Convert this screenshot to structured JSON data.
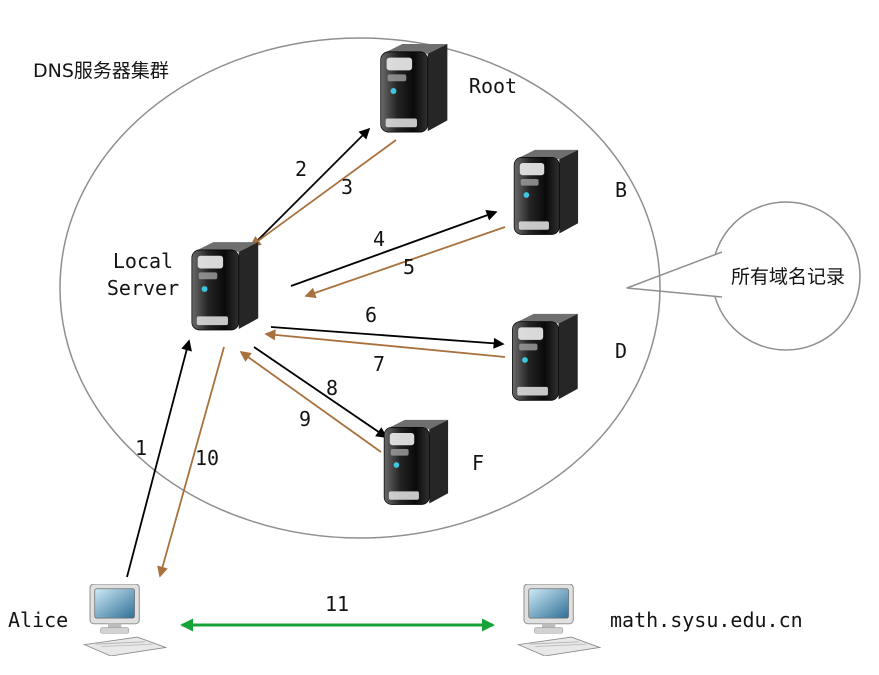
{
  "diagram": {
    "cluster_label": "DNS服务器集群",
    "callout": {
      "label": "所有域名记录"
    },
    "nodes": {
      "root": {
        "label": "Root",
        "icon": "server-tower-icon"
      },
      "b": {
        "label": "B",
        "icon": "server-tower-icon"
      },
      "d": {
        "label": "D",
        "icon": "server-tower-icon"
      },
      "f": {
        "label": "F",
        "icon": "server-tower-icon"
      },
      "local": {
        "line1": "Local",
        "line2": "Server",
        "icon": "server-tower-icon"
      },
      "alice": {
        "label": "Alice",
        "icon": "desktop-computer-icon"
      },
      "target": {
        "label": "math.sysu.edu.cn",
        "icon": "desktop-computer-icon"
      }
    },
    "arrows": [
      {
        "label": "1",
        "from": "alice",
        "to": "local",
        "color": "#000000"
      },
      {
        "label": "2",
        "from": "local",
        "to": "root",
        "color": "#000000"
      },
      {
        "label": "3",
        "from": "root",
        "to": "local",
        "color": "#a8713d"
      },
      {
        "label": "4",
        "from": "local",
        "to": "b",
        "color": "#000000"
      },
      {
        "label": "5",
        "from": "b",
        "to": "local",
        "color": "#a8713d"
      },
      {
        "label": "6",
        "from": "local",
        "to": "d",
        "color": "#000000"
      },
      {
        "label": "7",
        "from": "d",
        "to": "local",
        "color": "#a8713d"
      },
      {
        "label": "8",
        "from": "local",
        "to": "f",
        "color": "#000000"
      },
      {
        "label": "9",
        "from": "f",
        "to": "local",
        "color": "#a8713d"
      },
      {
        "label": "10",
        "from": "local",
        "to": "alice",
        "color": "#a8713d"
      },
      {
        "label": "11",
        "from": "alice",
        "to": "target",
        "color": "#17a237",
        "bidirectional": true
      }
    ],
    "colors": {
      "query_arrow": "#000000",
      "response_arrow": "#a8713d",
      "exchange_arrow": "#17a237",
      "outline": "#8f8f8f",
      "text": "#141414"
    }
  }
}
